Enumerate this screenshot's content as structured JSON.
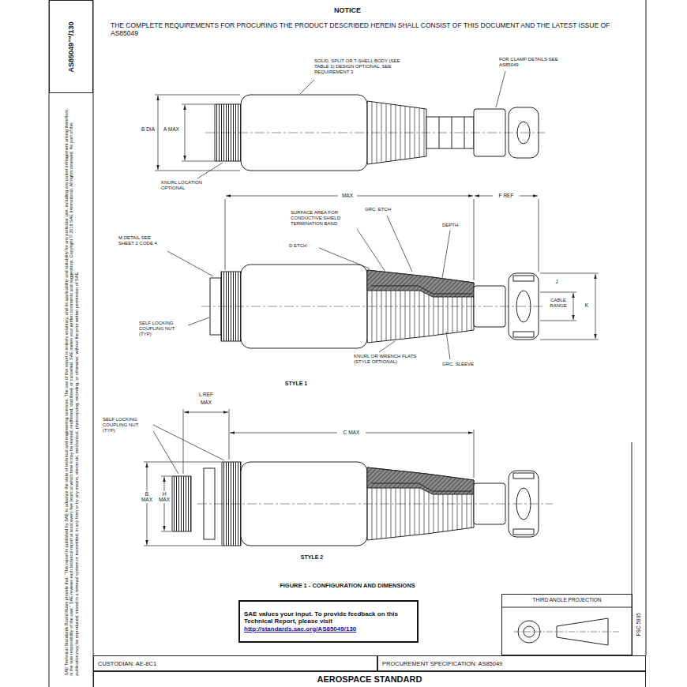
{
  "diagram": {
    "nodes": [
      {
        "text": [
          "AS85049™/130"
        ]
      },
      {
        "text": [
          "SAE values your input. To provide feedback on this Technical Report, please visit",
          "http://standards.sae.org/AS85049/130"
        ]
      },
      {
        "text": [
          "THIRD ANGLE PROJECTION"
        ]
      },
      {
        "text": [
          "CUSTODIAN: AE-8C1"
        ]
      },
      {
        "text": [
          "PROCUREMENT SPECIFICATION: AS85049"
        ]
      },
      {
        "text": [
          "AEROSPACE STANDARD"
        ]
      }
    ],
    "labels": [
      "NOTICE",
      "THE COMPLETE REQUIREMENTS FOR PROCURING THE PRODUCT DESCRIBED HEREIN SHALL CONSIST OF THIS DOCUMENT AND THE LATEST ISSUE OF AS85049",
      "SOLID, SPLIT OR T-SHELL BODY (SEE TABLE 1) DESIGN OPTIONAL, SEE REQUIREMENT 3",
      "FOR CLAMP DETAILS SEE AS85049",
      "B DIA",
      "A MAX",
      "KNURL LOCATION OPTIONAL",
      "MAX",
      "F REF",
      "SURFACE AREA FOR CONDUCTIVE SHIELD TERMINATION BAND",
      "GRC. ETCH",
      "DEPTH",
      "D ETCH",
      "M DETAIL SEE SHEET 2 CODE 4",
      "SELF LOCKING COUPLING NUT (TYP)",
      "KNURL OR WRENCH FLATS (STYLE OPTIONAL)",
      "GRC. SLEEVE",
      "J",
      "CABLE RANGE",
      "K",
      "STYLE 1",
      "L REF",
      "MAX",
      "C MAX",
      "SELF LOCKING COUPLING NUT (TYP)",
      "B MAX",
      "H MAX",
      "STYLE 2",
      "FIGURE 1 - CONFIGURATION AND DIMENSIONS",
      "SAE Technical Standards Board Rules provide that: “This report is published by SAE to advance the state of technical and engineering sciences. The use of this report is entirely voluntary, and its applicability and suitability for any particular use, including any patent infringement arising therefrom, is the sole responsibility of the user.” SAE reviews each technical report at least every five years at which time it may be revised, reaffirmed, stabilized, or cancelled. SAE invites your written comments and suggestions. Copyright © 2016 SAE International. All rights reserved. No part of this publication may be reproduced, stored in a retrieval system or transmitted, in any form or by any means, electronic, mechanical, photocopying, recording, or otherwise, without the prior written permission of SAE.",
      "FSC 5935"
    ]
  }
}
